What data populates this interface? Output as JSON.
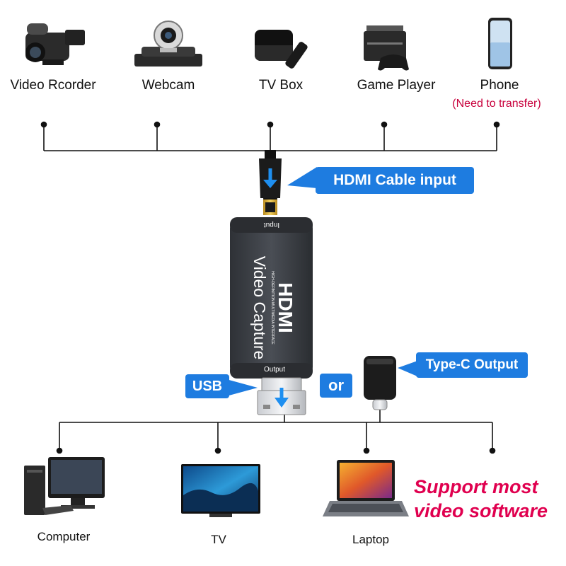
{
  "sources": [
    {
      "label": "Video Rcorder",
      "icon": "camcorder-icon"
    },
    {
      "label": "Webcam",
      "icon": "webcam-icon"
    },
    {
      "label": "TV Box",
      "icon": "tv-box-icon"
    },
    {
      "label": "Game Player",
      "icon": "game-console-icon"
    },
    {
      "label": "Phone",
      "icon": "phone-icon",
      "note": "(Need to transfer)"
    }
  ],
  "device": {
    "input_port_label": "Input",
    "brand": "HDMI",
    "brand_subtitle": "HIGH-DEFINITION MULTIMEDIA INTERFACE",
    "product_name": "Video Capture",
    "output_port_label": "Output"
  },
  "callouts": {
    "hdmi_input": "HDMI  Cable input",
    "usb": "USB",
    "or": "or",
    "type_c": "Type-C Output"
  },
  "destinations": [
    {
      "label": "Computer",
      "icon": "computer-icon"
    },
    {
      "label": "TV",
      "icon": "tv-icon"
    },
    {
      "label": "Laptop",
      "icon": "laptop-icon"
    }
  ],
  "slogan": {
    "line1": "Support most",
    "line2": "video software"
  },
  "colors": {
    "accent": "#1e7ce0",
    "slogan": "#e0004f",
    "note": "#c8003c",
    "device_body": "#3a3d42"
  }
}
